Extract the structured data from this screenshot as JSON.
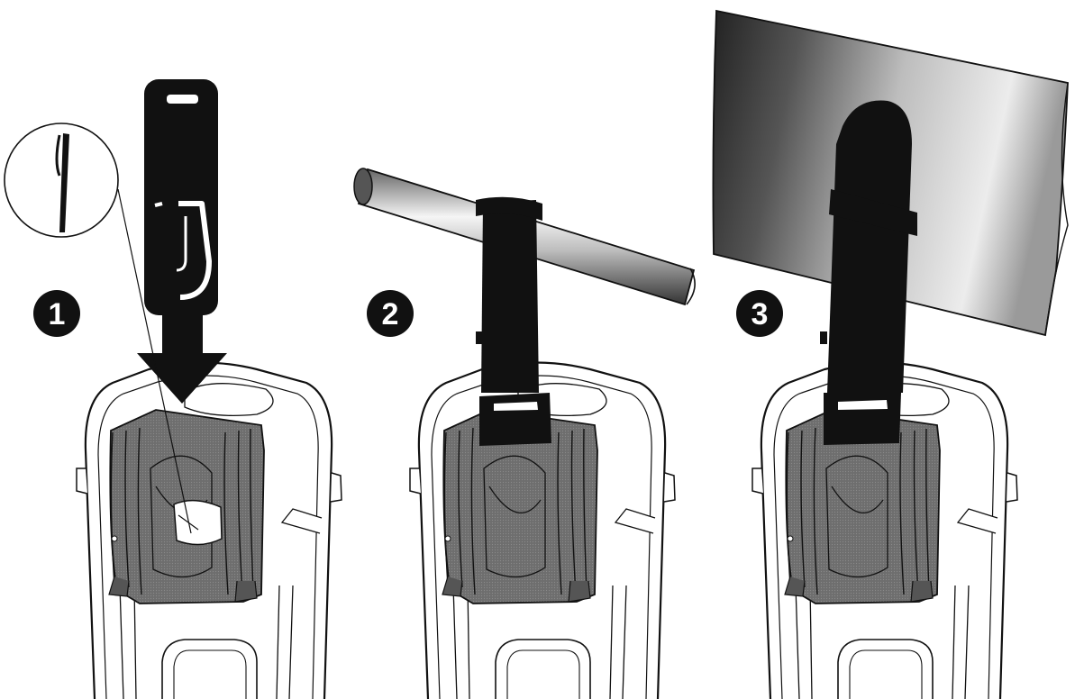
{
  "figure": {
    "steps": [
      {
        "id": "step-1",
        "number": "1",
        "action": "insert-hanger-strap"
      },
      {
        "id": "step-2",
        "number": "2",
        "action": "hang-on-thin-bar"
      },
      {
        "id": "step-3",
        "number": "3",
        "action": "hang-on-wide-panel"
      }
    ],
    "colors": {
      "ink": "#111111",
      "clip": "#6e6e6e",
      "body_fill": "#ffffff",
      "strap": "#111111"
    }
  }
}
